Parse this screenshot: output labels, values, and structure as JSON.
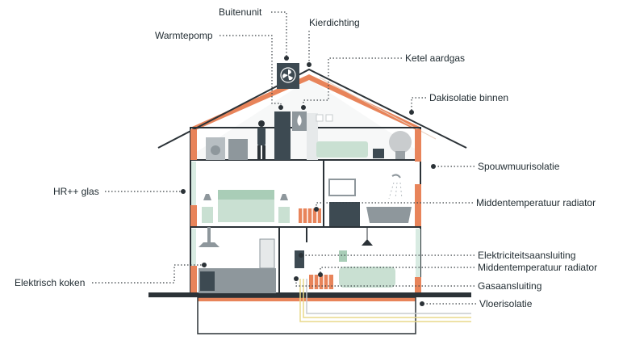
{
  "labels": {
    "buitenunit": "Buitenunit",
    "kierdichting": "Kierdichting",
    "warmtepomp": "Warmtepomp",
    "ketel_aardgas": "Ketel aardgas",
    "dakisolatie_binnen": "Dakisolatie binnen",
    "spouwmuurisolatie": "Spouwmuurisolatie",
    "hr_glas": "HR++ glas",
    "middentemperatuur_radiator_top": "Middentemperatuur radiator",
    "elektriciteitsaansluiting": "Elektriciteitsaansluiting",
    "middentemperatuur_radiator_bottom": "Middentemperatuur radiator",
    "elektrisch_koken": "Elektrisch koken",
    "gasaansluiting": "Gasaansluiting",
    "vloerisolatie": "Vloerisolatie"
  },
  "colors": {
    "outline": "#2b3237",
    "insulation": "#e8845a",
    "furniture_green": "#c9e0d2",
    "furniture_green_dark": "#a9cdb7",
    "appliance_dark": "#3d4a52",
    "appliance_grey": "#8e979c",
    "glass": "#d8ebe2",
    "cable_yellow": "#e9d98a"
  },
  "icons": {
    "buitenunit": "fan-icon",
    "ketel": "flame-icon"
  }
}
